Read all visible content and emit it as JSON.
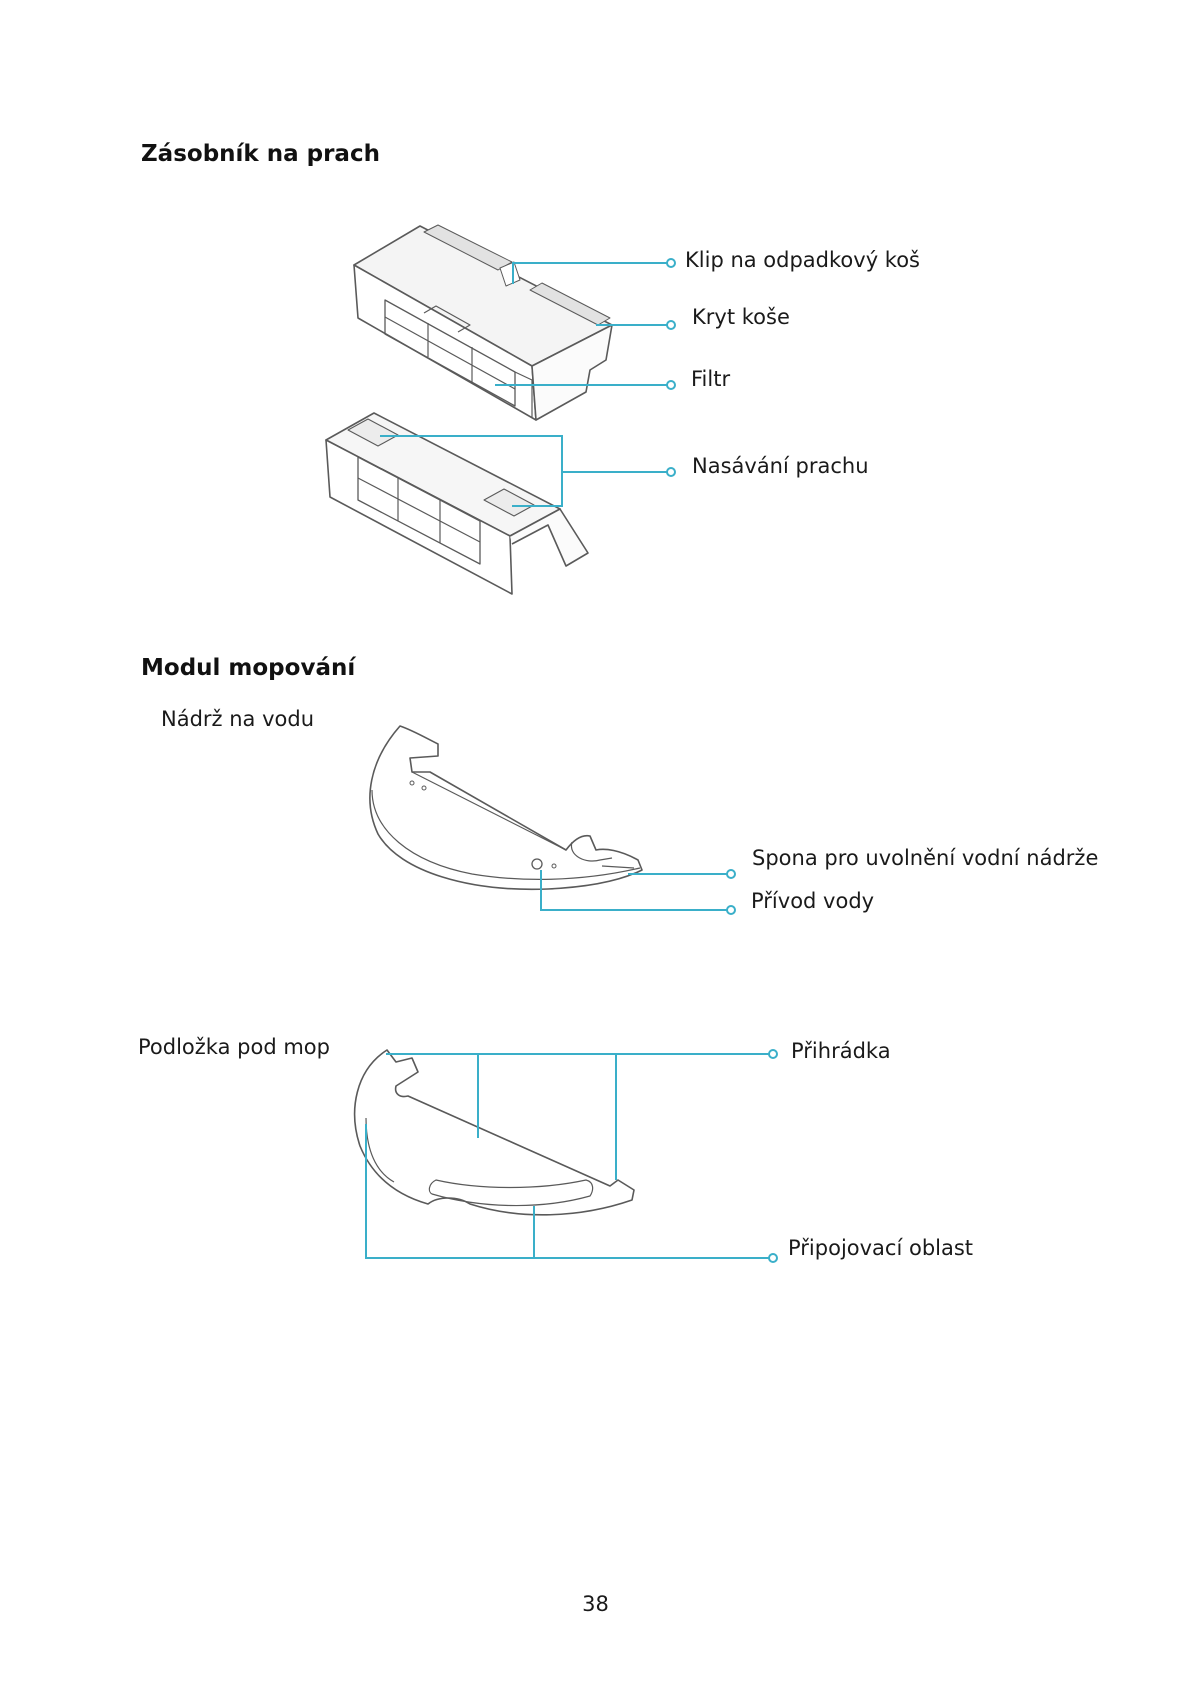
{
  "sections": {
    "dust_bin": {
      "title": "Zásobník na prach",
      "labels": {
        "bin_clip": "Klip na odpadkový koš",
        "bin_cover": "Kryt koše",
        "filter": "Filtr",
        "dust_inlet": "Nasávání prachu"
      }
    },
    "mop_module": {
      "title": "Modul mopování",
      "water_tank": {
        "title": "Nádrž na vodu",
        "labels": {
          "release_clip": "Spona pro uvolnění vodní nádrže",
          "water_outlet": "Přívod vody"
        }
      },
      "mop_pad": {
        "title": "Podložka pod mop",
        "labels": {
          "compartment": "Přihrádka",
          "attachment_area": "Připojovací oblast"
        }
      }
    }
  },
  "page_number": "38",
  "colors": {
    "leader_line": "#3aafc9",
    "line_art": "#5a5a5a"
  }
}
